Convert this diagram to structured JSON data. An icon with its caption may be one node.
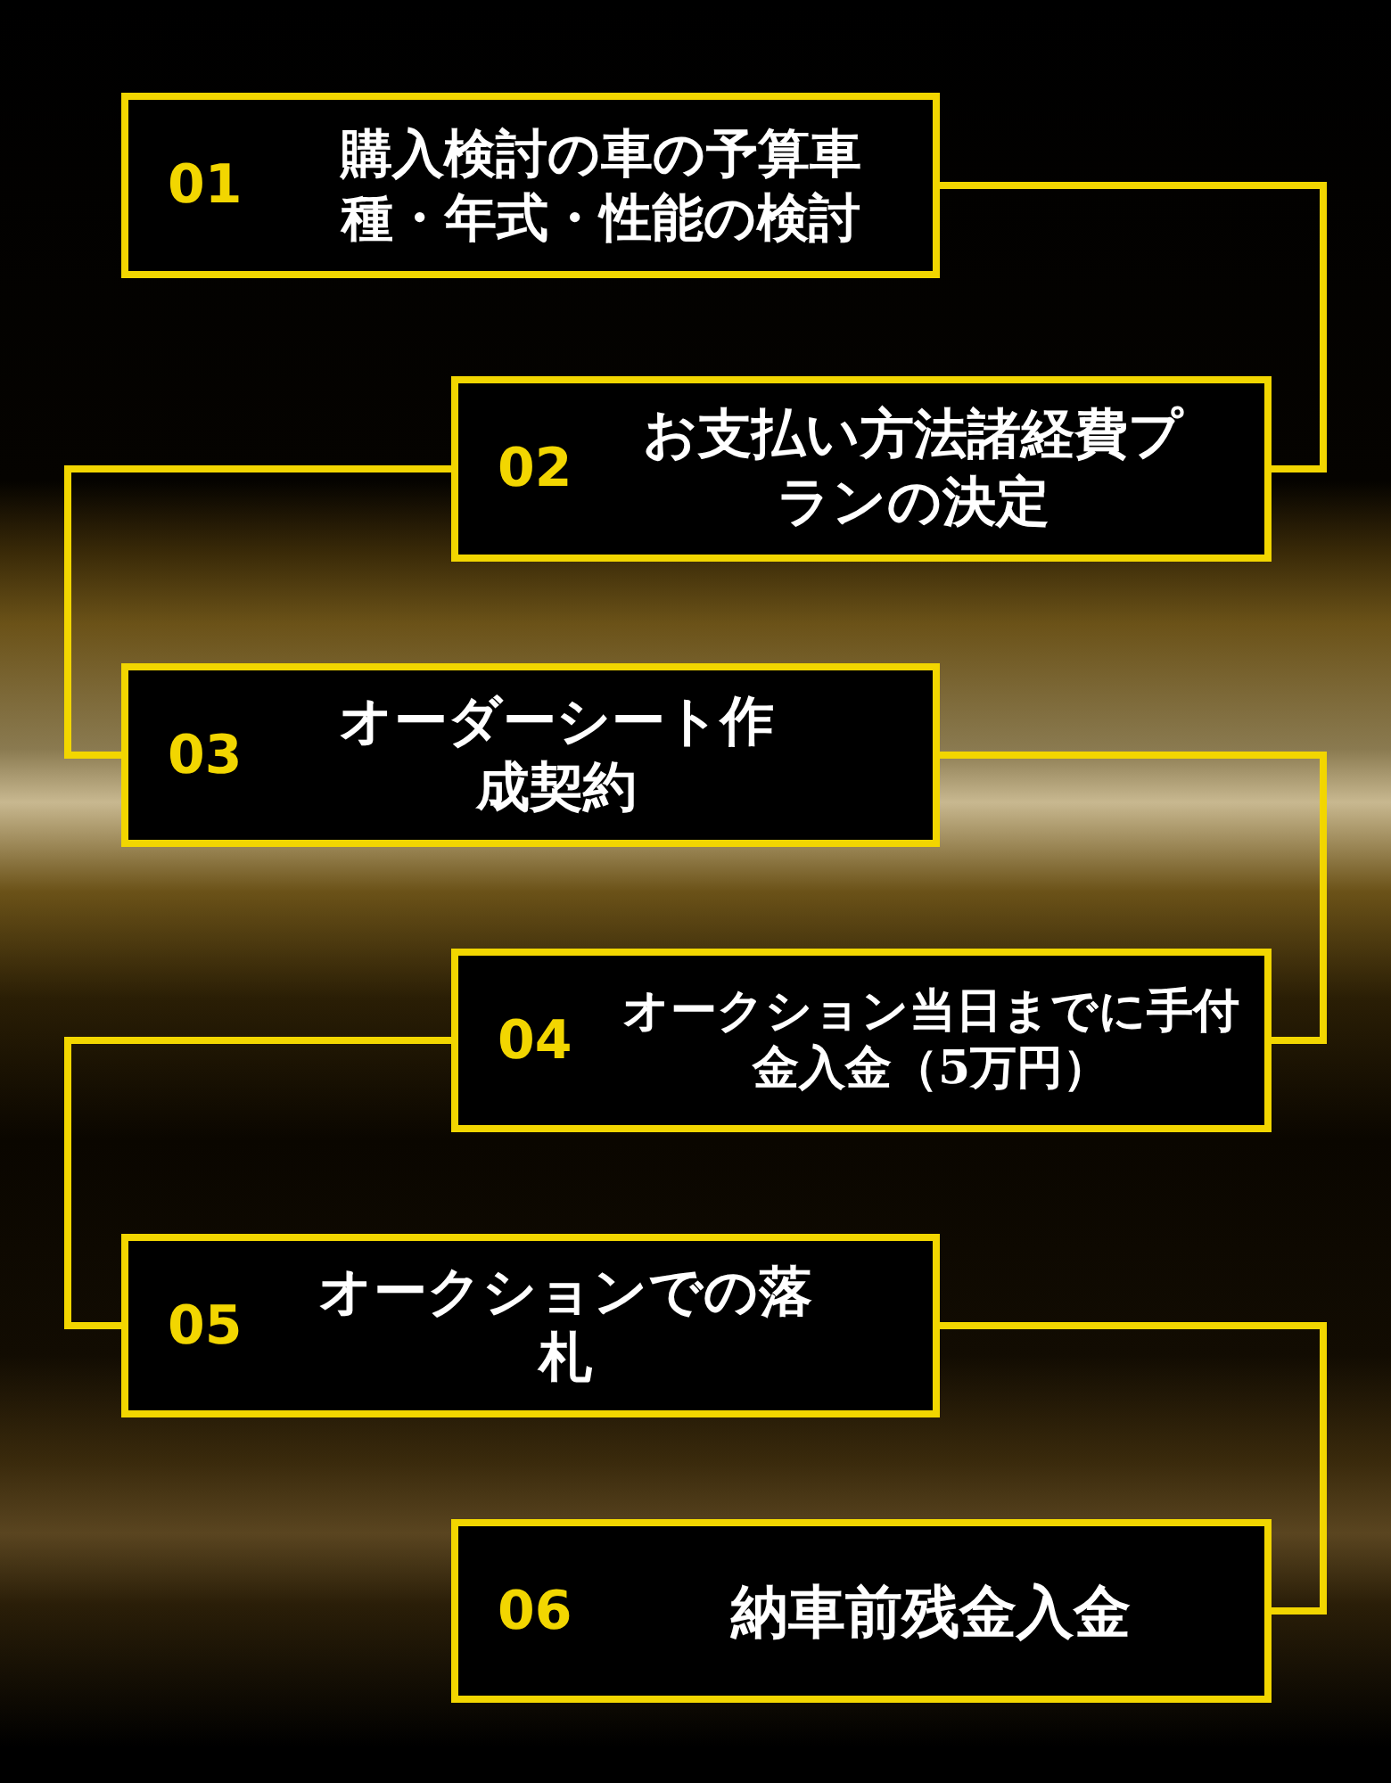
{
  "diagram": {
    "nodes": [
      {
        "text": [
          "01",
          "購入検討の車の予算車種・年式・性能の検討"
        ]
      },
      {
        "text": [
          "02",
          "お支払い方法諸経費プランの決定"
        ]
      },
      {
        "text": [
          "03",
          "オーダーシート作成契約"
        ]
      },
      {
        "text": [
          "04",
          "オークション当日までに手付金入金（5万円）"
        ]
      },
      {
        "text": [
          "05",
          "オークションでの落札"
        ]
      },
      {
        "text": [
          "06",
          "納車前残金入金"
        ]
      }
    ],
    "edges": [
      {
        "from": 0,
        "to": 1,
        "arrow": "none"
      },
      {
        "from": 1,
        "to": 2,
        "arrow": "none"
      },
      {
        "from": 2,
        "to": 3,
        "arrow": "none"
      },
      {
        "from": 3,
        "to": 4,
        "arrow": "none"
      },
      {
        "from": 4,
        "to": 5,
        "arrow": "none"
      }
    ]
  }
}
